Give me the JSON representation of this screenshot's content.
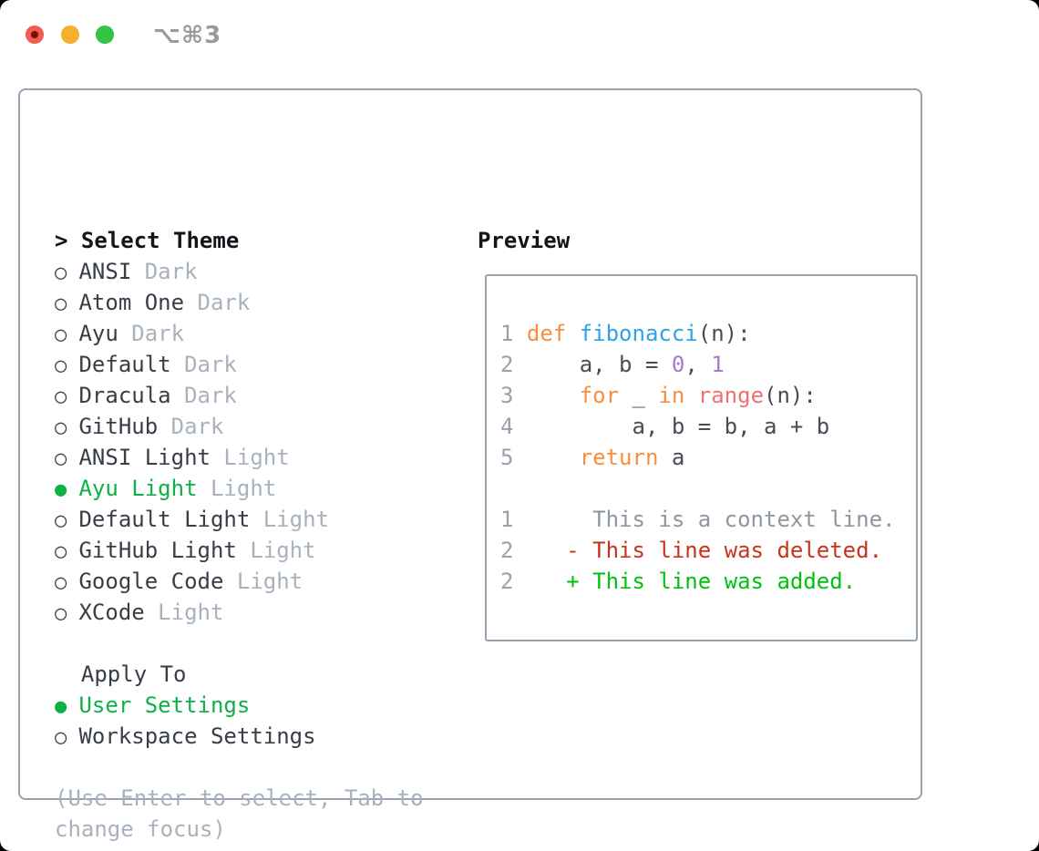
{
  "window": {
    "shortcut_label": "⌥⌘3"
  },
  "icons": {
    "cursor": ">",
    "radio_selected": "●",
    "radio_unselected": "○"
  },
  "colors": {
    "selection_green": "#0db148",
    "diff_added_green": "#00c20e",
    "diff_deleted_red": "#c9331c",
    "keyword_orange": "#fa8d3e",
    "function_blue": "#2ea1e8",
    "builtin_coral": "#f07171",
    "number_purple": "#a37acc",
    "code_text": "#474d55",
    "line_number_gray": "#98a2ac",
    "context_gray": "#8e979f",
    "muted_gray": "#a8b2be",
    "item_text": "#383e47",
    "heading_text": "#121519",
    "panel_border": "#99a2af",
    "titlebar_text": "#9a9a9a",
    "traffic_red": "#f05c51",
    "traffic_red_dot": "#7a0e06",
    "traffic_yellow": "#f4b02e",
    "traffic_green": "#32c546"
  },
  "theme_menu": {
    "header": "Select Theme",
    "items": [
      {
        "name": "ANSI",
        "variant": "Dark",
        "selected": false
      },
      {
        "name": "Atom One",
        "variant": "Dark",
        "selected": false
      },
      {
        "name": "Ayu",
        "variant": "Dark",
        "selected": false
      },
      {
        "name": "Default",
        "variant": "Dark",
        "selected": false
      },
      {
        "name": "Dracula",
        "variant": "Dark",
        "selected": false
      },
      {
        "name": "GitHub",
        "variant": "Dark",
        "selected": false
      },
      {
        "name": "ANSI Light",
        "variant": "Light",
        "selected": false
      },
      {
        "name": "Ayu Light",
        "variant": "Light",
        "selected": true
      },
      {
        "name": "Default Light",
        "variant": "Light",
        "selected": false
      },
      {
        "name": "GitHub Light",
        "variant": "Light",
        "selected": false
      },
      {
        "name": "Google Code",
        "variant": "Light",
        "selected": false
      },
      {
        "name": "XCode",
        "variant": "Light",
        "selected": false
      }
    ]
  },
  "apply_to": {
    "header": "Apply To",
    "options": [
      {
        "name": "User Settings",
        "selected": true
      },
      {
        "name": "Workspace Settings",
        "selected": false
      }
    ]
  },
  "hint": "(Use Enter to select, Tab to change focus)",
  "preview": {
    "title": "Preview",
    "lines": [
      {
        "segments": [
          [
            "ln",
            "1 "
          ],
          [
            "kw",
            "def "
          ],
          [
            "fn",
            "fibonacci"
          ],
          [
            "fg",
            "(n):"
          ]
        ]
      },
      {
        "segments": [
          [
            "ln",
            "2 "
          ],
          [
            "fg",
            "    a, b = "
          ],
          [
            "num",
            "0"
          ],
          [
            "fg",
            ", "
          ],
          [
            "num",
            "1"
          ]
        ]
      },
      {
        "segments": [
          [
            "ln",
            "3 "
          ],
          [
            "fg",
            "    "
          ],
          [
            "kw",
            "for"
          ],
          [
            "fg",
            " _ "
          ],
          [
            "kw",
            "in"
          ],
          [
            "fg",
            " "
          ],
          [
            "bi",
            "range"
          ],
          [
            "fg",
            "(n):"
          ]
        ]
      },
      {
        "segments": [
          [
            "ln",
            "4 "
          ],
          [
            "fg",
            "        a, b = b, a + b"
          ]
        ]
      },
      {
        "segments": [
          [
            "ln",
            "5 "
          ],
          [
            "fg",
            "    "
          ],
          [
            "kw",
            "return"
          ],
          [
            "fg",
            " a"
          ]
        ]
      },
      {
        "segments": []
      },
      {
        "segments": [
          [
            "ln",
            "1"
          ],
          [
            "ctx",
            "      This is a context line."
          ]
        ]
      },
      {
        "segments": [
          [
            "ln",
            "2"
          ],
          [
            "del",
            "    - This line was deleted."
          ]
        ]
      },
      {
        "segments": [
          [
            "ln",
            "2"
          ],
          [
            "add",
            "    + This line was added."
          ]
        ]
      }
    ]
  }
}
